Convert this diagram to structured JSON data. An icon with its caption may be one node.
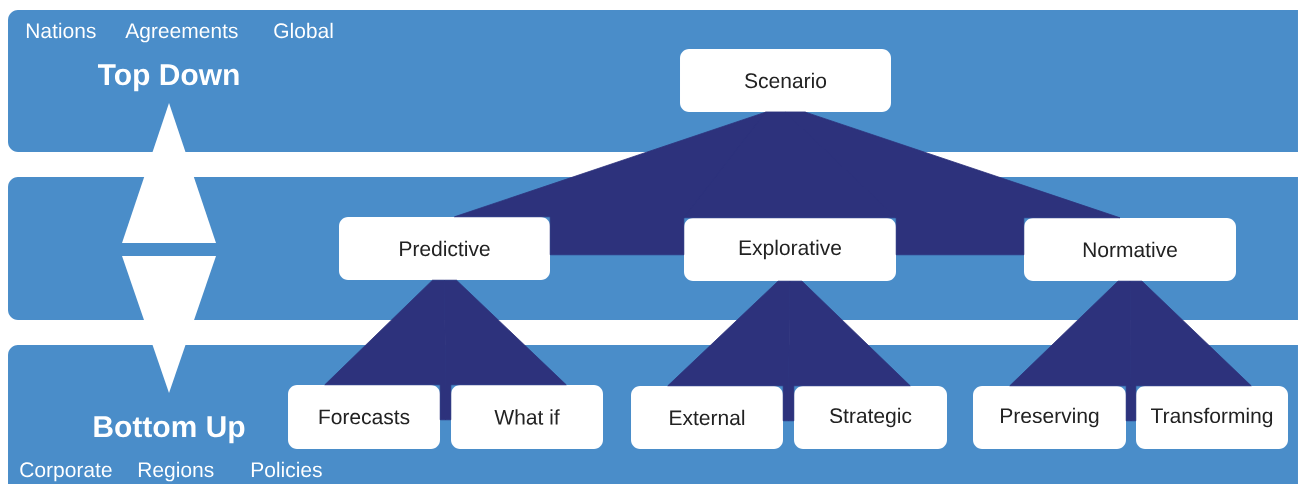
{
  "diagram": {
    "nodes": [
      {
        "text": [
          "Scenario"
        ]
      },
      {
        "text": [
          "Predictive"
        ]
      },
      {
        "text": [
          "Explorative"
        ]
      },
      {
        "text": [
          "Normative"
        ]
      },
      {
        "text": [
          "Forecasts"
        ]
      },
      {
        "text": [
          "What if"
        ]
      },
      {
        "text": [
          "External"
        ]
      },
      {
        "text": [
          "Strategic"
        ]
      },
      {
        "text": [
          "Preserving"
        ]
      },
      {
        "text": [
          "Transforming"
        ]
      }
    ],
    "edges": [
      {
        "from": 0,
        "to": 1,
        "arrow": "none"
      },
      {
        "from": 0,
        "to": 2,
        "arrow": "none"
      },
      {
        "from": 0,
        "to": 3,
        "arrow": "none"
      },
      {
        "from": 1,
        "to": 4,
        "arrow": "none"
      },
      {
        "from": 1,
        "to": 5,
        "arrow": "none"
      },
      {
        "from": 2,
        "to": 6,
        "arrow": "none"
      },
      {
        "from": 2,
        "to": 7,
        "arrow": "none"
      },
      {
        "from": 3,
        "to": 8,
        "arrow": "none"
      },
      {
        "from": 3,
        "to": 9,
        "arrow": "none"
      }
    ],
    "labels": [
      "Nations",
      "Agreements",
      "Global",
      "Top Down",
      "Bottom Up",
      "Corporate",
      "Regions",
      "Policies"
    ]
  }
}
